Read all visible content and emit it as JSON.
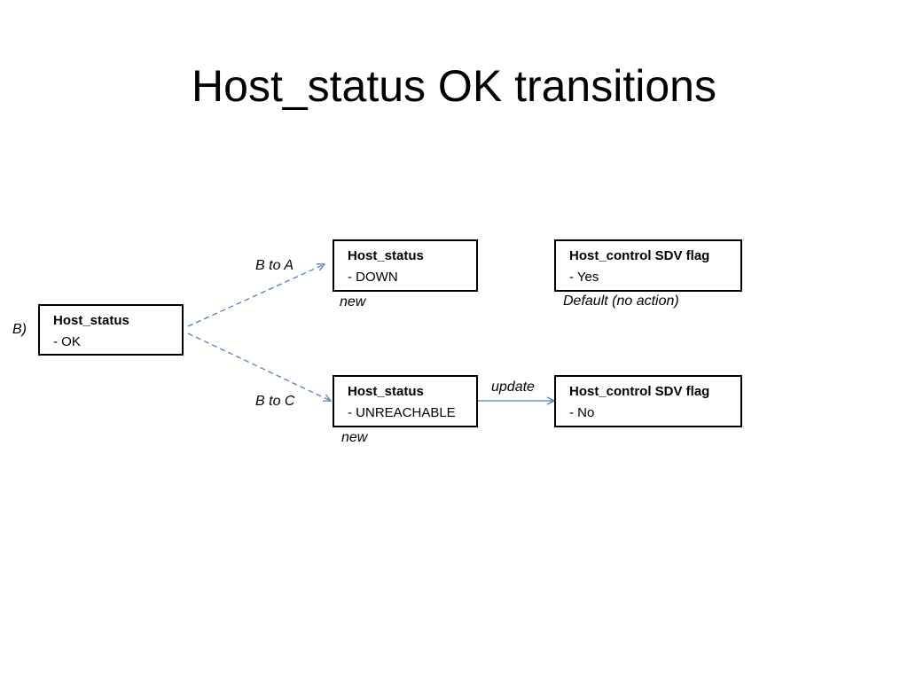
{
  "title": "Host_status OK transitions",
  "row_label": "B)",
  "nodes": {
    "ok": {
      "title": "Host_status",
      "value": "- OK"
    },
    "down": {
      "title": "Host_status",
      "value": "- DOWN",
      "note": "new"
    },
    "unreachable": {
      "title": "Host_status",
      "value": "- UNREACHABLE",
      "note": "new"
    },
    "flag_yes": {
      "title": "Host_control SDV flag",
      "value": "- Yes",
      "note": "Default (no action)"
    },
    "flag_no": {
      "title": "Host_control SDV flag",
      "value": "- No"
    }
  },
  "edges": {
    "b_to_a": {
      "label": "B to A",
      "style": "dashed",
      "color": "#4F81BD"
    },
    "b_to_c": {
      "label": "B to C",
      "style": "dashed",
      "color": "#4F81BD"
    },
    "update": {
      "label": "update",
      "style": "solid",
      "color": "#4F81BD"
    }
  }
}
